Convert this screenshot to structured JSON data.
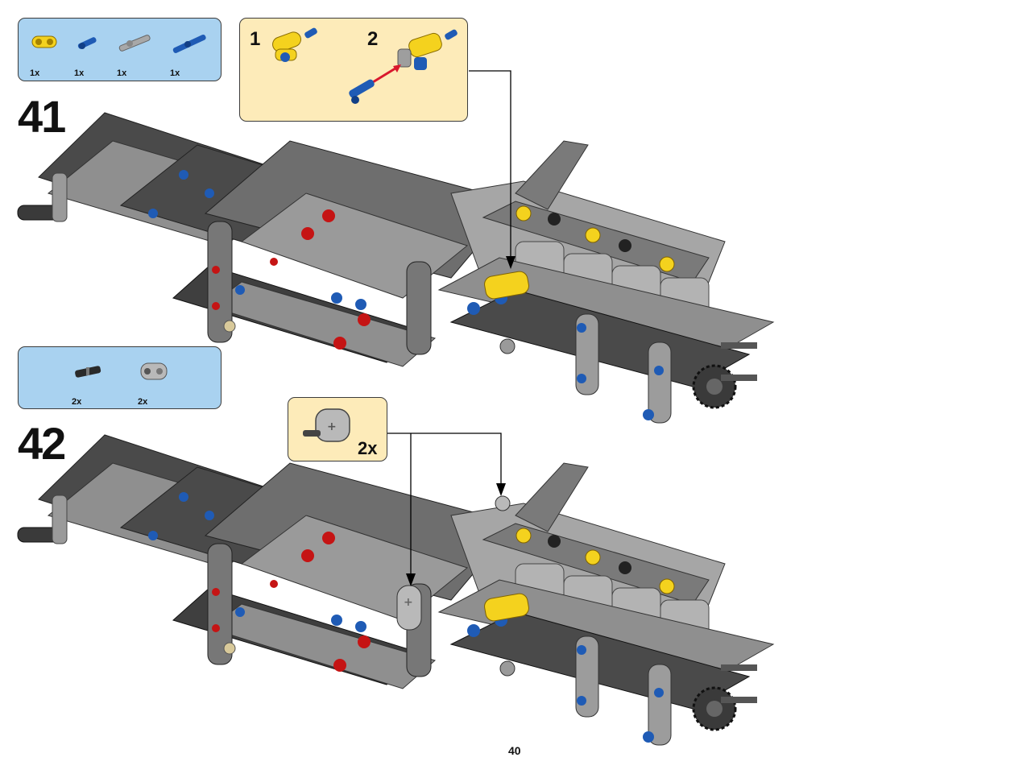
{
  "page": {
    "number": "40"
  },
  "steps": [
    {
      "number": "41",
      "parts": [
        {
          "icon": "yellow-pin-connector-icon",
          "qty": "1x"
        },
        {
          "icon": "blue-axle-pin-short-icon",
          "qty": "1x"
        },
        {
          "icon": "gray-axle-pin-icon",
          "qty": "1x"
        },
        {
          "icon": "blue-long-pin-icon",
          "qty": "1x"
        }
      ],
      "callout": {
        "sub_steps": [
          {
            "number": "1"
          },
          {
            "number": "2"
          }
        ]
      }
    },
    {
      "number": "42",
      "parts": [
        {
          "icon": "black-axle-connector-icon",
          "qty": "2x"
        },
        {
          "icon": "gray-cross-block-icon",
          "qty": "2x"
        }
      ],
      "callout": {
        "qty": "2x"
      }
    }
  ],
  "colors": {
    "parts_box_bg": "#a9d2f0",
    "callout_bg": "#fdebb9",
    "dark_beam": "#4a4a4a",
    "light_beam": "#8f8f8f",
    "accent_yellow": "#f4d21e",
    "accent_blue": "#1f5bb5",
    "accent_red": "#c51414"
  }
}
